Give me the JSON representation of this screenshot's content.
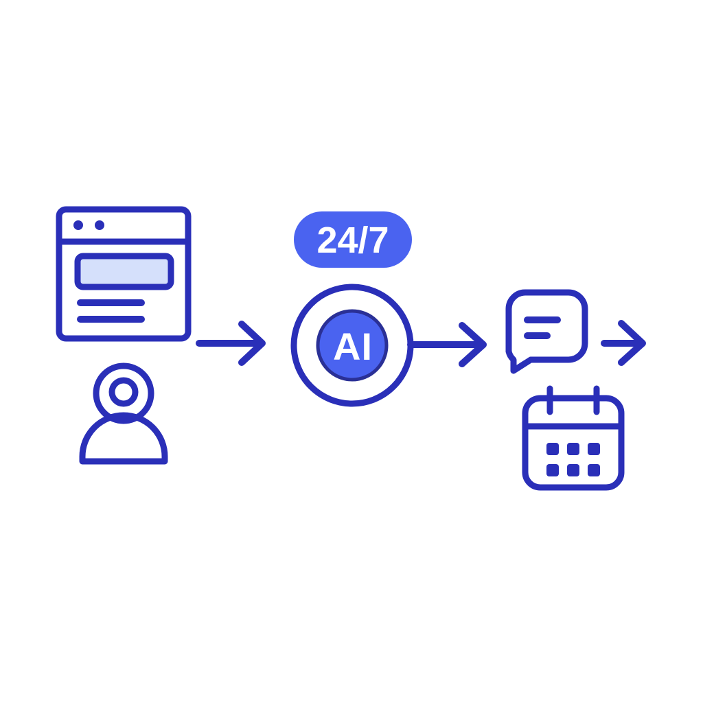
{
  "illustration": {
    "title": "AI 24/7 customer workflow diagram",
    "background_color": "#ffffff",
    "palette": {
      "stroke_dark": "#2A2FB8",
      "accent_blue": "#4A63F0",
      "accent_blue_deep": "#3B55E8",
      "fill_light": "#D5E0FB",
      "white": "#ffffff"
    }
  },
  "nodes": {
    "browser_window": {
      "name": "Website / web form",
      "dots_count": 2,
      "content_lines": 2,
      "has_highlighted_field": true
    },
    "customer": {
      "name": "Customer / user avatar"
    },
    "ai_assistant": {
      "label": "AI",
      "badge_label": "24/7",
      "name": "AI assistant"
    },
    "chat_bubble": {
      "name": "Chat response",
      "message_lines": 2
    },
    "calendar": {
      "name": "Booking calendar",
      "rings": 2,
      "day_cells": 6,
      "rows": 2,
      "cols": 3
    }
  },
  "connectors": [
    {
      "id": "arrow-1",
      "from": "browser_window",
      "to": "ai_assistant",
      "glyph": "arrow-right"
    },
    {
      "id": "arrow-2",
      "from": "ai_assistant",
      "to": "chat_bubble",
      "glyph": "arrow-right"
    },
    {
      "id": "arrow-3",
      "from": "chat_bubble",
      "to": "calendar",
      "glyph": "arrow-right"
    }
  ]
}
